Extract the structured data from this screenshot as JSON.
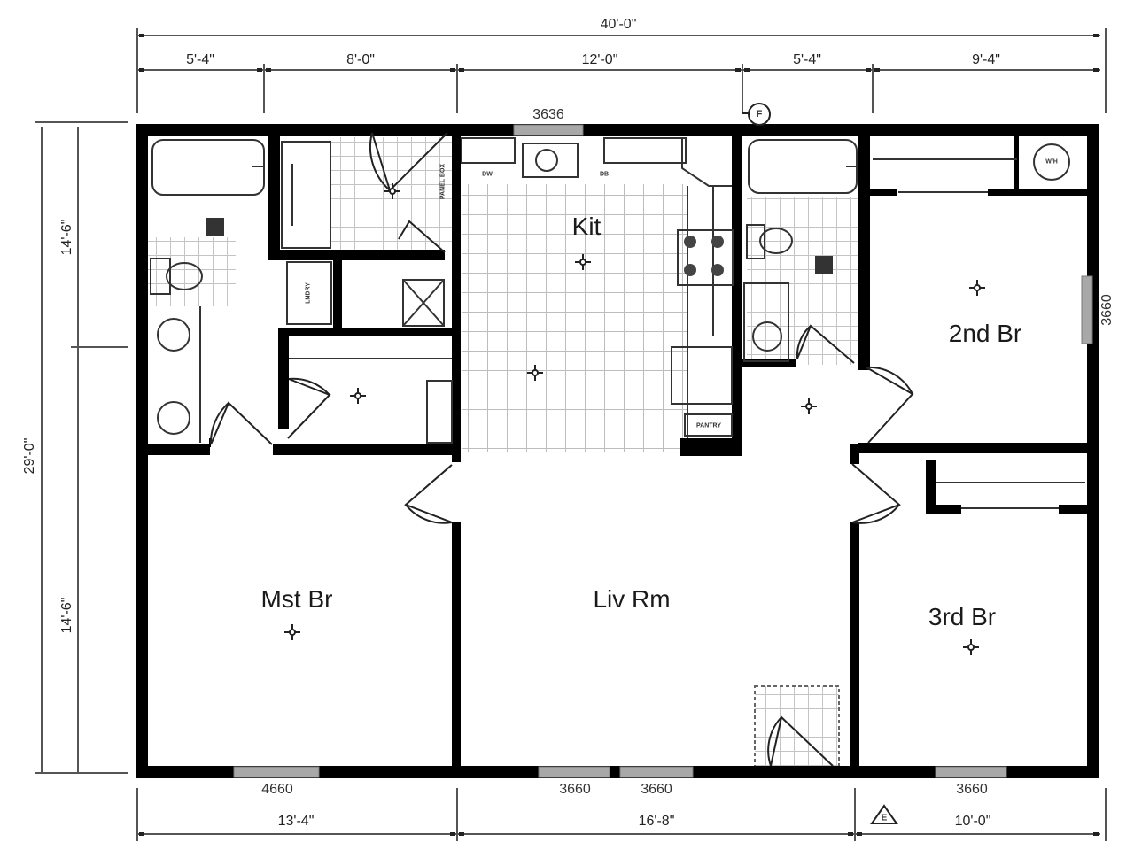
{
  "plan": {
    "overall_width": "40'-0\"",
    "overall_depth": "29'-0\"",
    "top_dimensions": [
      "5'-4\"",
      "8'-0\"",
      "12'-0\"",
      "5'-4\"",
      "9'-4\""
    ],
    "bottom_dimensions": [
      "13'-4\"",
      "16'-8\"",
      "10'-0\""
    ],
    "left_dimensions": [
      "14'-6\"",
      "14'-6\""
    ]
  },
  "rooms": {
    "kitchen": "Kit",
    "living_room": "Liv Rm",
    "master_bedroom": "Mst Br",
    "second_bedroom": "2nd Br",
    "third_bedroom": "3rd Br"
  },
  "windows": {
    "kitchen_top": "3636",
    "master_bottom": "4660",
    "living_bottom_1": "3660",
    "living_bottom_2": "3660",
    "third_br_bottom": "3660",
    "second_br_right": "3660"
  },
  "fixtures": {
    "dishwasher": "DW",
    "lazy_susan": "DB",
    "panel_box": "PANEL BOX",
    "laundry": "LNDRY",
    "pantry": "PANTRY",
    "water_heater": "W/H",
    "furnace_marker": "F",
    "electric_marker": "E"
  },
  "colors": {
    "wall": "#000000",
    "tile_line": "#b8b8b8",
    "window_fill": "#a8a8a8",
    "dimension_line": "#555555"
  }
}
